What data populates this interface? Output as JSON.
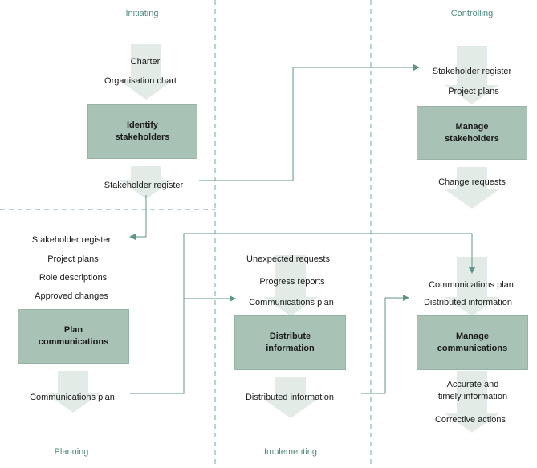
{
  "phases": {
    "initiating": "Initiating",
    "controlling": "Controlling",
    "planning": "Planning",
    "implementing": "Implementing"
  },
  "identify": {
    "inputs": [
      "Charter",
      "Organisation chart"
    ],
    "process": [
      "Identify",
      "stakeholders"
    ],
    "outputs": [
      "Stakeholder register"
    ]
  },
  "manage_stakeholders": {
    "inputs": [
      "Stakeholder register",
      "Project plans"
    ],
    "process": [
      "Manage",
      "stakeholders"
    ],
    "outputs": [
      "Change requests"
    ]
  },
  "plan": {
    "inputs": [
      "Stakeholder register",
      "Project plans",
      "Role descriptions",
      "Approved changes"
    ],
    "process": [
      "Plan",
      "communications"
    ],
    "outputs": [
      "Communications plan"
    ]
  },
  "distribute": {
    "inputs": [
      "Unexpected requests",
      "Progress reports",
      "Communications plan"
    ],
    "process": [
      "Distribute",
      "information"
    ],
    "outputs": [
      "Distributed information"
    ]
  },
  "manage_comms": {
    "inputs": [
      "Communications plan",
      "Distributed information"
    ],
    "process": [
      "Manage",
      "communications"
    ],
    "outputs": [
      "Accurate and",
      "timely information",
      "Corrective actions"
    ]
  },
  "colors": {
    "process_box": "#a8c2b5",
    "flow_arrow": "#e3ebe6",
    "connector": "#5f9488",
    "divider": "#7aa598",
    "phase_text": "#4d8a7e"
  }
}
